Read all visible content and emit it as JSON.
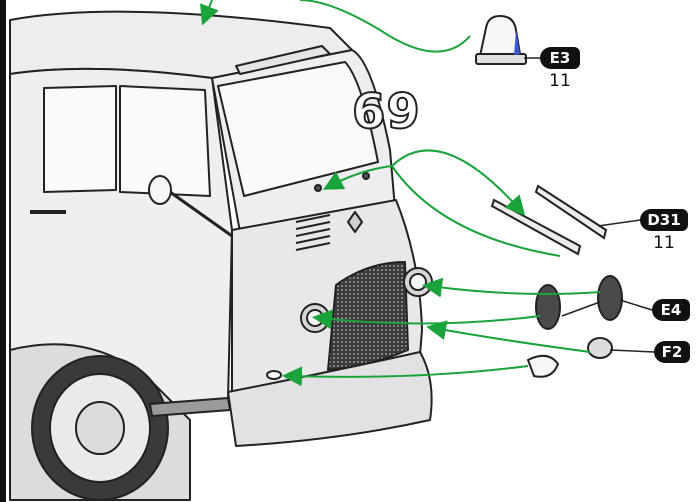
{
  "step_number": "69",
  "parts": [
    {
      "code": "E3",
      "qty": "11"
    },
    {
      "code": "D31",
      "qty": "11"
    },
    {
      "code": "E4",
      "qty": ""
    },
    {
      "code": "F2",
      "qty": ""
    }
  ],
  "colors": {
    "arrow": "#1aa33a",
    "label_bg": "#111111",
    "line": "#222222"
  }
}
